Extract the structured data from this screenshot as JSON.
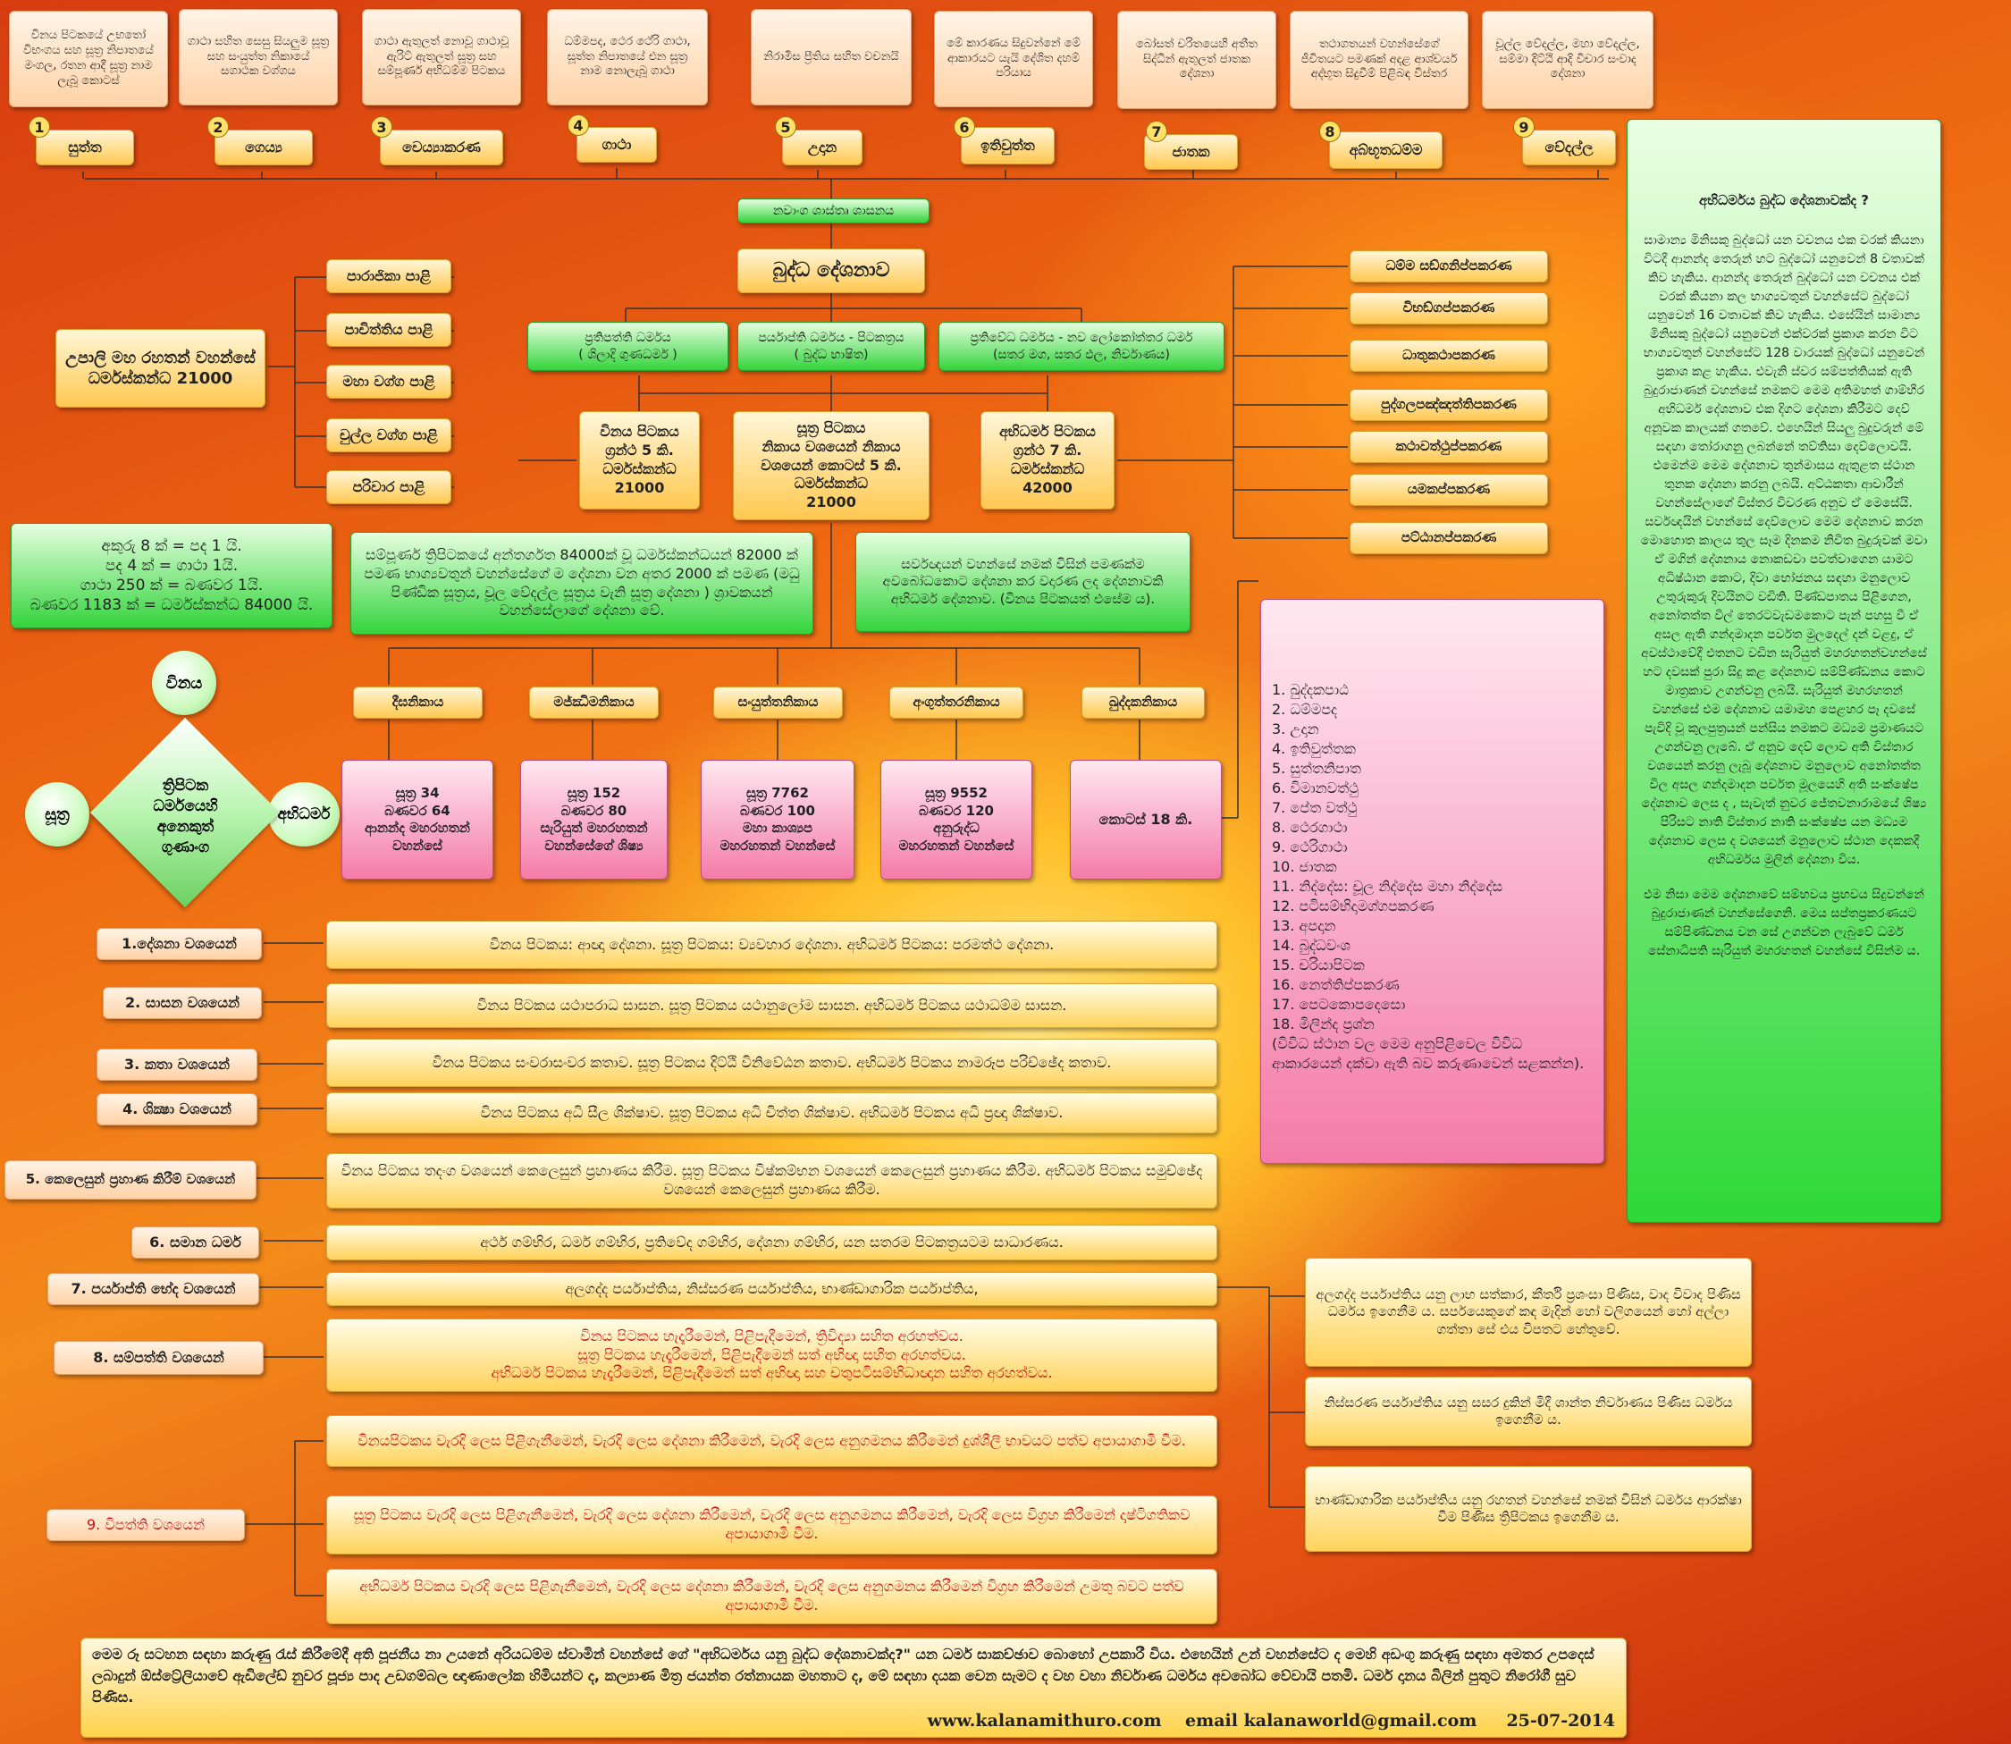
{
  "top_descriptions": [
    "විනය පිටකයේ උභතෝ විභංගය සහ සූත්‍ර නිපාතයේ මංගල, රතන ආදී සූත්‍ර නාම ලැබූ කොටස්",
    "ගාථා සහිත සෙසු සියලුම සූත්‍ර සහ සංයුත්ත නිකායේ සගාථක වග්ගය",
    "ගාථා ඇතුලත් නොවූ ගාථාවූ ඇරිට් ඇතුලත් සූත්‍ර සහ සම්පූර්ණ අභිධම්ම පිටකය",
    "ධම්මපද, ථෙර ථේරි ගාථා, සූත්ත නිපාතයේ එන සූත්‍ර නාම නොලැබූ ගාථා",
    "නිරාමිස ප්‍රීතිය සහිත වචනයි",
    "මේ කාරණය සිදුවන්නේ මේ ආකාරයට යැයි දේශිත දහම් පරියාය",
    "බෝසත් චරිතයෙහි අතීත සිද්ධීන් ඇතුලත් ජාතක දේශනා",
    "තථාගතයන් වහන්සේගේ ජීවිතයට පමණක් අදළ ආශ්චර්ය අද්භූත සිදුවීම් පිළිබඳ විස්තර",
    "චූල්ල වේදල්ල, මහා වේදල්ල, සම්මා දිට්ඨි ආදි විචාර සංවාද දේශනා"
  ],
  "angas": [
    "සුත්ත",
    "ගෙය්‍ය",
    "වෙය්‍යාකරණ",
    "ගාථා",
    "උදාන",
    "ඉතිවුත්ත",
    "ජාතක",
    "අබ්භූතධම්ම",
    "වේදල්ල"
  ],
  "angas_title": "නවාංග ශාස්තෘ ශාසනය",
  "main_title": "බුද්ධ දේශනාව",
  "three_dhamma": [
    "ප්‍රතිපත්ති ධර්මය\n( ශිලාදි ගුණධර්ම )",
    "පර්යාප්ති ධර්මය - පිටකත්‍රය\n( බුද්ධ භාෂිත)",
    "ප්‍රතිවේධ ධර්මය - නව ලෝකෝත්තර ධර්ම\n(සතර මග, සතර ඵල, නිර්වාණය)"
  ],
  "vinaya_books": [
    "පාරාජිකා පාළි",
    "පාචිත්තිය පාළි",
    "මහා වග්ග පාළි",
    "චුල්ල වග්ග පාළි",
    "පරිවාර පාළි"
  ],
  "upali_box": "උපාලි මහ රහතන් වහන්සේ\nධර්මස්කන්ධ 21000",
  "vinaya_pitaka": "විනය පිටකය\nග්‍රන්ථ 5 කි.\nධර්මස්කන්ධ\n21000",
  "sutta_pitaka": "සූත්‍ර පිටකය\nනිකාය වශයෙන් නිකාය\nවශයෙන් කොටස් 5 කි.\nධර්මස්කන්ධ\n21000",
  "abhidhamma_pitaka": "අභිධර්ම පිටකය\nග්‍රන්ථ 7 කි.\nධර්මස්කන්ධ\n42000",
  "abhidhamma_books": [
    "ධම්ම සඞ්ගනිප්පකරණ",
    "විභඞ්ගප්පකරණ",
    "ධාතුකථාපකරණ",
    "පුද්ගලපඤ්ඤත්තිපකරණ",
    "කථාවත්ථුප්පකරණ",
    "යමකප්පකරණ",
    "පට්ඨානප්පකරණ"
  ],
  "akuru_box": "අකුරු 8 ක් = පද 1 යි.\nපද 4 ක් = ගාථා 1යි.\nගාථා 250 ක් = බණවර 1යි.\nබණවර 1183 ක් = ධර්මස්කන්ධ 84000 යි.",
  "dhammakkhanda_box": "සම්පූර්ණ ත්‍රිපිටකයේ අන්තර්ගත 84000ක් වූ ධර්මස්කන්ධයන් 82000 ක් පමණ භාග්‍යවතුන් වහන්සේගේ ම දේශනා වන අතර 2000 ක් පමණ (මධු පිණ්ඩික සූත්‍රය, චූල වේදල්ල සූත්‍රය වැනි සූත්‍ර දේශනා ) ශ්‍රාවකයන් වහන්සේලාගේ දේශනා වේ.",
  "sarvagna_box": "සර්වඥයන් වහන්සේ නමක් විසින් පමණක්ම අවබෝධකොට දේශනා කර වදාරණ ලද දේශනාවකි අභිධර්ම දේශනාව. (විනය පිටකයත් එසේම ය).",
  "nikayas": [
    "දීඝනිකාය",
    "මජ්ඣිමනිකාය",
    "සංයුත්තනිකාය",
    "අංගුත්තරනිකාය",
    "ඛුද්දකනිකාය"
  ],
  "nikaya_details": [
    "සූත්‍ර 34\nබණවර 64\nආනන්ද මහරහතන්\nවහන්සේ",
    "සූත්‍ර 152\nබණවර 80\nසැරියුත් මහරහතන්\nවහන්සේගේ ශිෂ්‍ය",
    "සූත්‍ර 7762\nබණවර 100\nමහා කාශ්‍යප\nමහරහතන් වහන්සේ",
    "සූත්‍ර 9552\nබණවර 120\nඅනුරුද්ධ\nමහරහතන් වහන්සේ",
    "කොටස් 18 කි."
  ],
  "khuddaka_list": [
    "1. ඛුද්දකපාඨ",
    "2. ධම්මපද",
    "3. උදාන",
    "4. ඉතිවුත්තක",
    "5. සුත්තනිපාත",
    "6. විමානවත්ථු",
    "7. පේත වත්ථු",
    "8. ථෙරගාථා",
    "9. ථෙරිගාථා",
    "10. ජාතක",
    "11. නිද්දේස: චූල නිද්දේස මහා නිද්දේස",
    "12. පටිසම්භිදාමග්ගපකරණ",
    "13. අපදාන",
    "14. බුද්ධවංශ",
    "15. චරියාපිටක",
    "16. නෙත්තිප්පකරණ",
    "17. පෙටකොපදෙසො",
    "18. මිලින්ද ප්‍රශ්න"
  ],
  "khuddaka_note": "(විවිධ ස්ථාන වල මෙම අනුපිළිවෙල විවිධ ආකාරයෙන් දක්වා ඇති බව කරුණාවෙන් සළකන්න).",
  "circles": {
    "vinaya": "විනය",
    "sutta": "සූත්‍ර",
    "abhidhamma": "අභිධර්ම"
  },
  "diamond_text": "ත්‍රිපිටක\nධර්මයෙහි\nඅනෙකුත්\nගුණාංග",
  "right_panel_title": "අභිධර්මය බුද්ධ දේශනාවක්ද ?",
  "right_panel_body": "සාමාන්‍ය මිනිසකු බුද්ධෝ යන වචනය එක වරක් කියනා විටදී ආනන්ද තෙරුන් හට බුද්ධෝ යනුවෙන් 8 වතාවක් කිව හැකිය. ආනන්ද තෙරුන් බුද්ධෝ යන වචනය එක් වරක් කියනා කල භාග්‍යවතුන් වහන්සේට බුද්ධෝ යනුවෙන් 16 වතාවක් කිව හැකිය. එසේයින් සාමාන්‍ය මිනිසකු බුද්ධෝ යනුවෙන් එක්වරක් ප්‍රකාශ කරන විට භාග්‍යවතුන් වහන්සේට 128 වාරයක් බුද්ධෝ යනුවෙන් ප්‍රකාශ කළ හැකිය. එවැනි ස්වර සම්පත්තියක් ඇති බුදුරාජාණන් වහන්සේ නමකට මෙම අතිමහත් ගාම්භීර අභිධර්ම දේශනාව එක දිගට දේශනා කිරීමට දෙව් අනූවක කාලයක් ගතවේ. එහෙයින් සියලු බුදුවරුන් මේ සඳහා තෝරාගනු ලබන්නේ තව්තිසා දෙව්ලොවයි. එමෙන්ම මෙම දේශනාව තුන්මාසය ඇතුළත ස්ථාන තුනක දේශනා කරනු ලබයි. අට්ඨකතා ආචාරීන් වහන්සේලාගේ විස්තර විවරණ අනුව ඒ මෙසේයි. සර්වඥයින් වහන්සේ දෙව්ලොව මෙම දේශනාව කරන මොහොත කාලය තුල සෑම දිනකම නිවිත බුදුරුවක් මවා ඒ මගින් දේශනාය නොකඩවා පවත්වාගෙන යාමට අධිෂ්ඨාන කොට, දිවා භෝජනය සඳහා මනුලොව උතුරුකුරු දිවයිනට වඩිති. පිණ්ඩපාතය පිළිගෙන, අනෝතත්ත විල් තෙරටවැඩමකොට පැන් පහසු වී ඒ අසල ඇති ගන්දමාදන පර්වත මුලදෙල් දන් වළදු, ඒ අවස්ථාවේදී එතනට වඩින සැරියුත් මහරහතන්වහන්සේ හට දවසක් පුරා සිදු කළ දේශනාව සම්පිණ්ඩනය කොට මාත්‍රකාව උගන්වනු ලබයි. සැරියුත් මහරහතන් වහන්සේ එම දේශනාව යමාමහ පෙළහර පෑ දවසේ පැවිදි වූ කුලපුත්‍රයන් පන්සිය නමකට මධ්‍යම ප්‍රමාණයට උගන්වනු ලැබේ. ඒ අනුව දෙව් ලොව අති විස්තාර වශයෙන් කරනු ලැබූ දේශනාව මනුලොව අනෝතත්ත විල අසල ගන්දමාදන පර්වත මූලයෙහි අති සංක්ෂේප දේශනාව ලෙස ද , සැවැත් නුවර ජේතවනාරාමයේ ශිෂ්‍ය පිරිසට නාති විස්තාර නාති සංක්ෂේප යන මධ්‍යම දේශනාව ලෙස ද වශයෙන් මනුලොව ස්ථාන දෙකකදී අභිධර්මය මුලින් දේශනා විය.",
  "right_panel_footer": "එම නිසා මෙම දේශනාවේ සම්භවය ප්‍රභවය සිදුවන්නේ බුදුරාජාණන් වහන්සේගෙනි. මෙය සප්තප්‍රකරණයට සම්පිණ්ඩනය වන සේ උගන්වන ලැබුවේ ධර්ම සේනාධිපති සැරියුත් මහරහතන් වහන්සේ විසින්ම ය.",
  "rows": [
    {
      "label": "1.දේශනා වශයෙන්",
      "text": "විනය පිටකය: ආඥා දේශනා.    සූත්‍ර පිටකය: ව්‍යවහාර දේශනා.    අභිධර්ම පිටකය: පරමත්ථ දේශනා."
    },
    {
      "label": "2. සාසන වශයෙන්",
      "text": "විනය පිටකය යථාපරාධ සාසන.    සූත්‍ර පිටකය  යථානුලෝම සාසන.    අභිධර්ම පිටකය යථාධම්ම සාසන."
    },
    {
      "label": "3. කතා වශයෙන්",
      "text": "විනය පිටකය  සංවරාසංවර කතාව.    සූත්‍ර පිටකය දිට්ඨි විනිවේඨන කතාව.    අභිධර්ම පිටකය නාමරූප පරිච්ඡේද කතාව."
    },
    {
      "label": "4. ශික්‍ෂා වශයෙන්",
      "text": "විනය පිටකය අධි සීල ශික්ෂාව.    සූත්‍ර පිටකය අධි චිත්ත ශික්ෂාව.    අභිධර්ම පිටකය අධි ප්‍රඥා ශික්ෂාව."
    },
    {
      "label": "5. කෙලෙසුන් ප්‍රහාණ කිරීම් වශයෙන්",
      "text": "විනය පිටකය තදංග වශයෙන් කෙලෙසුන් ප්‍රහාණය කිරීම. සූත්‍ර පිටකය විෂ්කම්භන වශයෙන් කෙලෙසුන් ප්‍රහාණය කිරීම. අභිධර්ම පිටකය සමුච්ඡේද වශයෙන් කෙලෙසුන් ප්‍රහාණය කිරීම."
    },
    {
      "label": "6. සමාන ධර්ම",
      "text": "අර්ථ ගම්භිර, ධර්ම ගම්භිර, ප්‍රතිවේද ගම්භිර, දේශනා ගම්භිර, යන සතරම පිටකත්‍රයටම සාධාරණය."
    },
    {
      "label": "7. පර්යාප්ති භේද වශයෙන්",
      "text": "අලගද්ද පර්යාප්තිය, නිස්සරණ පර්යාප්තිය, භාණ්ඩාගාරික පර්යාප්තිය,"
    },
    {
      "label": "8. සම්පත්ති වශයෙන්",
      "lines": [
        "විනය පිටකය හැදෑරීමෙන්, පිළිපැදීමෙන්, ත්‍රිවිද්‍යා සහිත අරහත්වය.",
        "සූත්‍ර පිටකය හැදෑරීමෙන්, පිළිපැදීමෙන් සත් අභිඥා සහිත අරහත්වය.",
        "අභිධර්ම පිටකය හැදෑරීමෙන්, පිළිපැදීමෙන් සත් අභිඥා සහ චතුපටිසම්භිධාඥාන සහිත අරහත්වය."
      ]
    }
  ],
  "vipatti_label": "9. විපත්ති වශයෙන්",
  "vipatti": [
    "විනයපිටකය වැරදි ලෙස පිළිගැනීමෙන්, වැරදි ලෙස දේශනා කිරීමෙන්, වැරදි ලෙස අනුගමනය කිරීමෙන් දුශ්ශීලී භාවයට පත්ව අපායාගාමී වීම.",
    "සූත්‍ර පිටකය වැරදි ලෙස පිළිගැනීමෙන්, වැරදි ලෙස දේශනා කිරීමෙන්, වැරදි ලෙස අනුගමනය කිරීමෙන්, වැරදි ලෙස විග්‍රහ කිරීමෙන් දෘෂ්ටිගතිකව අපායාගාමී වීම.",
    "අභිධර්ම පිටකය වැරදි ලෙස පිළිගැනීමෙන්, වැරදි ලෙස දේශනා කිරීමෙන්, වැරදි ලෙස අනුගමනය කිරීමෙන් විග්‍රහ කිරීමෙන් උමතු බවට පත්ව අපායාගාමී වීම."
  ],
  "pariyatti": [
    "අලගද්ද පර්යාප්තිය යනු ලාභ සත්කාර, කීර්ති ප්‍රශංසා පිණිස, වාද විවාද පිණිස ධර්මය ඉගෙනීම ය. සර්පයෙකුගේ කඳ මැදින් හෝ වලිගයෙන් හෝ අල්ලා ගත්තා සේ එය විපතට හේතුවේ.",
    "නිස්සරණ පර්යාප්තිය යනු සසර දුකින් මිදී ශාන්ත නිර්වාණය පිණිස ධර්මය ඉගෙනීම ය.",
    "භාණ්ඩාගාරික පර්යාප්තිය යනු රහතන් වහන්සේ නමක් විසින් ධර්මය ආරක්ෂා වීම පිණිස ත්‍රිපිටකය ඉගෙනීම ය."
  ],
  "footer_text": "මෙම රූ සටහන සඳහා කරුණු රැස් කිරීමේදී අති පූජනීය නා උයනේ අරියධම්ම ස්වාමින් වහන්සේ ගේ \"අභිධර්මය යනු බුද්ධ දේශනාවක්ද?\" යන ධර්ම සාකච්ඡාව බොහෝ උපකාරී විය. එහෙයින් උන් වහන්සේට ද මෙහි අඩංගු කරුණු සඳහා අමතර උපදෙස් ලබාදුන් ඕස්ට්‍රේලියාවේ ඇඩිලේඩ් නුවර පූජ්‍ය පාද උඩගම්බල ඥාණාලෝක හිමියන්ට ද, කල්‍යාණ මිත්‍ර ජයන්ත රත්නායක මහතාට ද, මේ සඳහා දයක වෙන සැමට ද වහ වහා නිර්වාණ ධර්මය අවබෝධ වේවායි පතමි. ධර්ම දානය බිලින් පුතුට නිරෝගී සුව පිණිස.",
  "footer_web": "www.kalanamithuro.com",
  "footer_email": "email  kalanaworld@gmail.com",
  "footer_date": "25-07-2014"
}
